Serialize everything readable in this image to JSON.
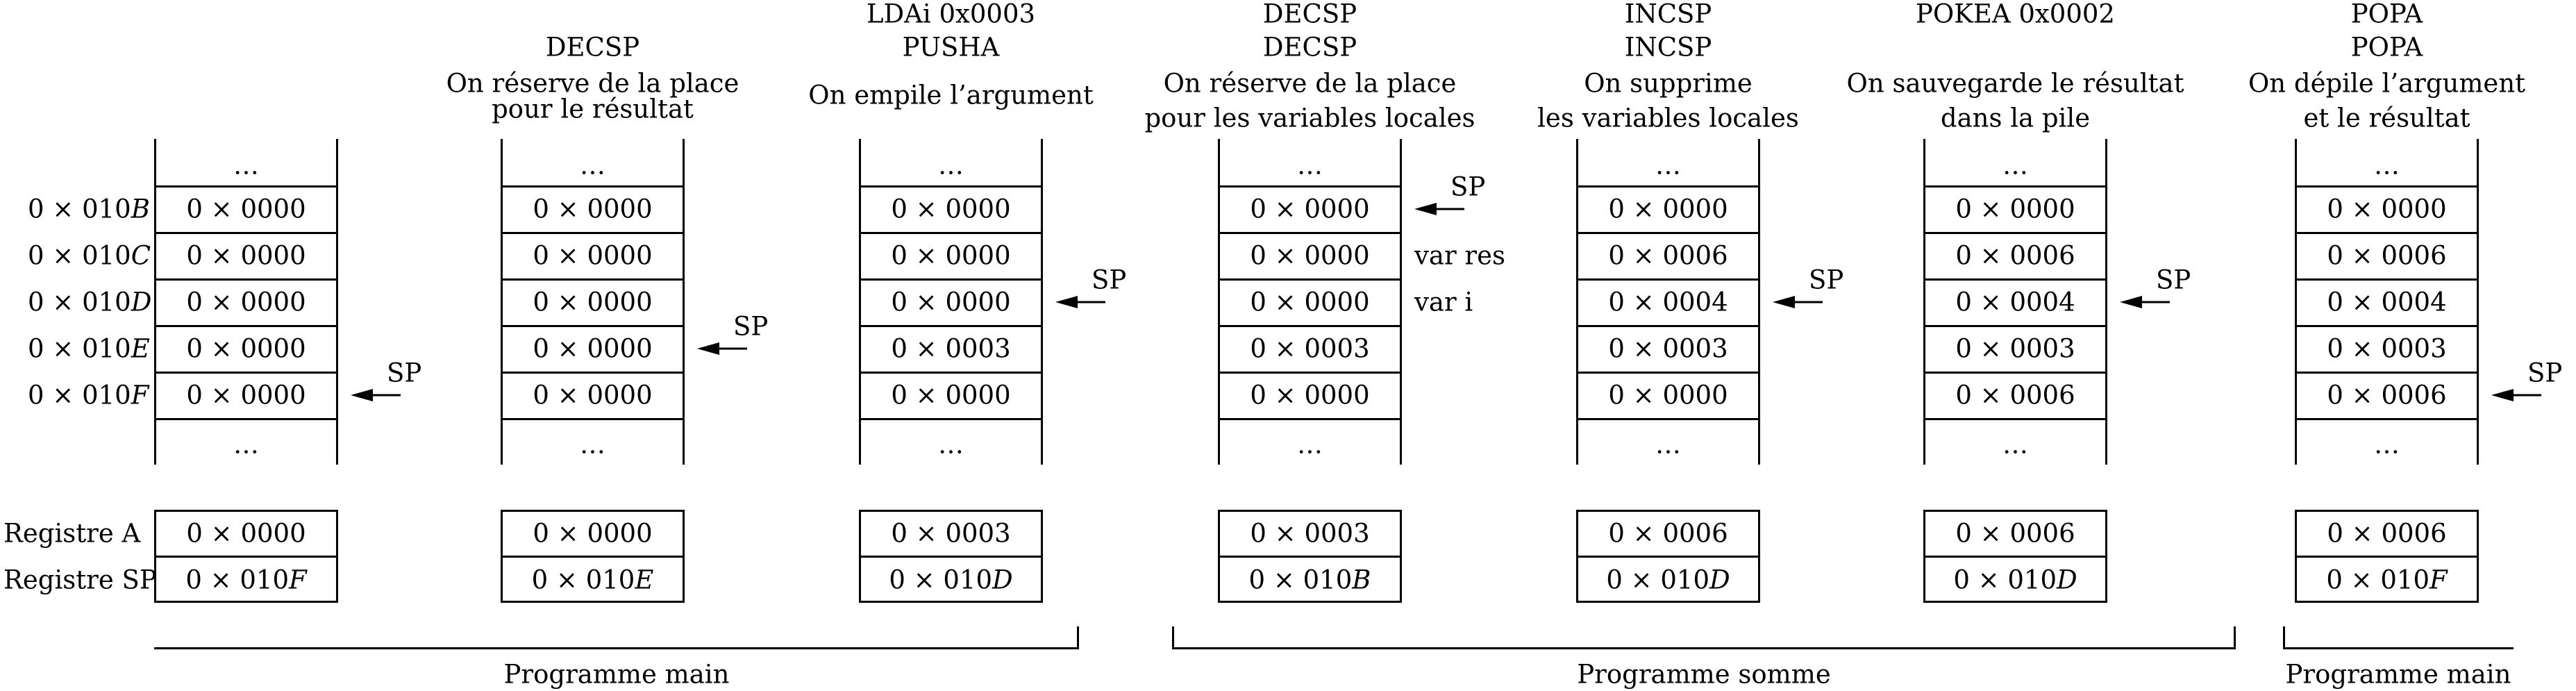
{
  "addresses": [
    {
      "prefix": "0 × 010",
      "suffix": "B"
    },
    {
      "prefix": "0 × 010",
      "suffix": "C"
    },
    {
      "prefix": "0 × 010",
      "suffix": "D"
    },
    {
      "prefix": "0 × 010",
      "suffix": "E"
    },
    {
      "prefix": "0 × 010",
      "suffix": "F"
    }
  ],
  "register_labels": [
    "Registre A",
    "Registre SP"
  ],
  "ellipsis": "…",
  "sp_label": "SP",
  "columns": [
    {
      "header": [],
      "stack": [
        "0 × 0000",
        "0 × 0000",
        "0 × 0000",
        "0 × 0000",
        "0 × 0000"
      ],
      "sp_index": 4,
      "reg_a": "0 × 0000",
      "reg_sp": {
        "prefix": "0 × 010",
        "suffix": "F"
      }
    },
    {
      "header": [
        "DECSP",
        "On réserve de la place",
        "pour le résultat"
      ],
      "stack": [
        "0 × 0000",
        "0 × 0000",
        "0 × 0000",
        "0 × 0000",
        "0 × 0000"
      ],
      "sp_index": 3,
      "reg_a": "0 × 0000",
      "reg_sp": {
        "prefix": "0 × 010",
        "suffix": "E"
      }
    },
    {
      "header": [
        "LDAi 0x0003",
        "PUSHA",
        "On empile l’argument"
      ],
      "stack": [
        "0 × 0000",
        "0 × 0000",
        "0 × 0000",
        "0 × 0003",
        "0 × 0000"
      ],
      "sp_index": 2,
      "reg_a": "0 × 0003",
      "reg_sp": {
        "prefix": "0 × 010",
        "suffix": "D"
      }
    },
    {
      "header": [
        "DECSP",
        "DECSP",
        "On réserve de la place",
        "pour les variables locales"
      ],
      "stack": [
        "0 × 0000",
        "0 × 0000",
        "0 × 0000",
        "0 × 0003",
        "0 × 0000"
      ],
      "sp_index": 0,
      "side_labels": [
        "var res",
        "var i"
      ],
      "reg_a": "0 × 0003",
      "reg_sp": {
        "prefix": "0 × 010",
        "suffix": "B"
      }
    },
    {
      "header": [
        "INCSP",
        "INCSP",
        "On supprime",
        "les variables locales"
      ],
      "stack": [
        "0 × 0000",
        "0 × 0006",
        "0 × 0004",
        "0 × 0003",
        "0 × 0000"
      ],
      "sp_index": 2,
      "reg_a": "0 × 0006",
      "reg_sp": {
        "prefix": "0 × 010",
        "suffix": "D"
      }
    },
    {
      "header": [
        "POKEA 0x0002",
        "On sauvegarde le résultat",
        "dans la pile"
      ],
      "stack": [
        "0 × 0000",
        "0 × 0006",
        "0 × 0004",
        "0 × 0003",
        "0 × 0006"
      ],
      "sp_index": 2,
      "reg_a": "0 × 0006",
      "reg_sp": {
        "prefix": "0 × 010",
        "suffix": "D"
      }
    },
    {
      "header": [
        "POPA",
        "POPA",
        "On dépile l’argument",
        "et le résultat"
      ],
      "stack": [
        "0 × 0000",
        "0 × 0006",
        "0 × 0004",
        "0 × 0003",
        "0 × 0006"
      ],
      "sp_index": 4,
      "reg_a": "0 × 0006",
      "reg_sp": {
        "prefix": "0 × 010",
        "suffix": "F"
      }
    }
  ],
  "sections": [
    {
      "label": "Programme main"
    },
    {
      "label": "Programme somme"
    },
    {
      "label": "Programme main"
    }
  ]
}
